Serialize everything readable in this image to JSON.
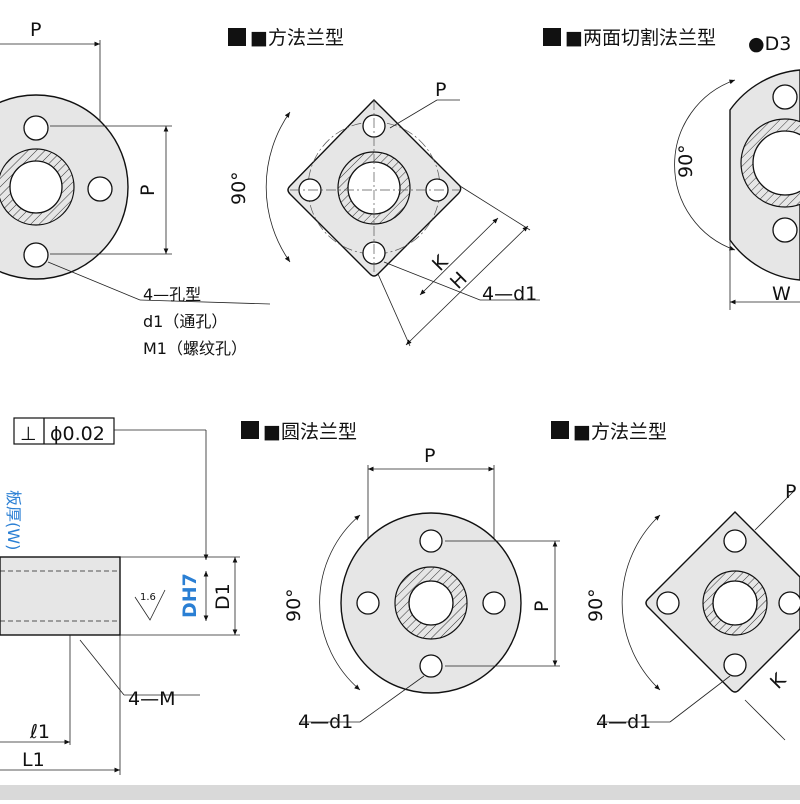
{
  "views": {
    "square_flange_top": {
      "title": "■方法兰型",
      "dim_p": "P",
      "dim_k": "K",
      "dim_h": "H",
      "angle": "90°",
      "holes": "4—d1"
    },
    "two_side_cut_flange": {
      "title": "■两面切割法兰型",
      "angle": "90°",
      "dim_w": "W",
      "dim_d3": "●D3"
    },
    "round_flange_top": {
      "dim_p1": "P",
      "dim_p2": "P",
      "hole_note_1": "4—孔型",
      "hole_note_2": "d1（通孔）",
      "hole_note_3": "M1（螺纹孔）"
    },
    "side_view": {
      "perpendicularity_symbol": "⊥",
      "perpendicularity_value": "ϕ0.02",
      "roughness": "1.6",
      "dim_dh7": "DH7",
      "dim_d1": "D1",
      "thread": "4—M",
      "dim_l1_small": "ℓ1",
      "dim_L1": "L1",
      "side_note": "板厚(W)"
    },
    "round_flange": {
      "title": "■圆法兰型",
      "dim_p1": "P",
      "dim_p2": "P",
      "angle": "90°",
      "holes": "4—d1"
    },
    "square_flange_bottom": {
      "title": "■方法兰型",
      "dim_p": "P",
      "dim_k": "K",
      "angle": "90°",
      "holes": "4—d1"
    }
  },
  "colors": {
    "line": "#111111",
    "body_fill": "#e6e6e6",
    "accent_blue": "#2a7fd4",
    "title_square": "#111111"
  }
}
